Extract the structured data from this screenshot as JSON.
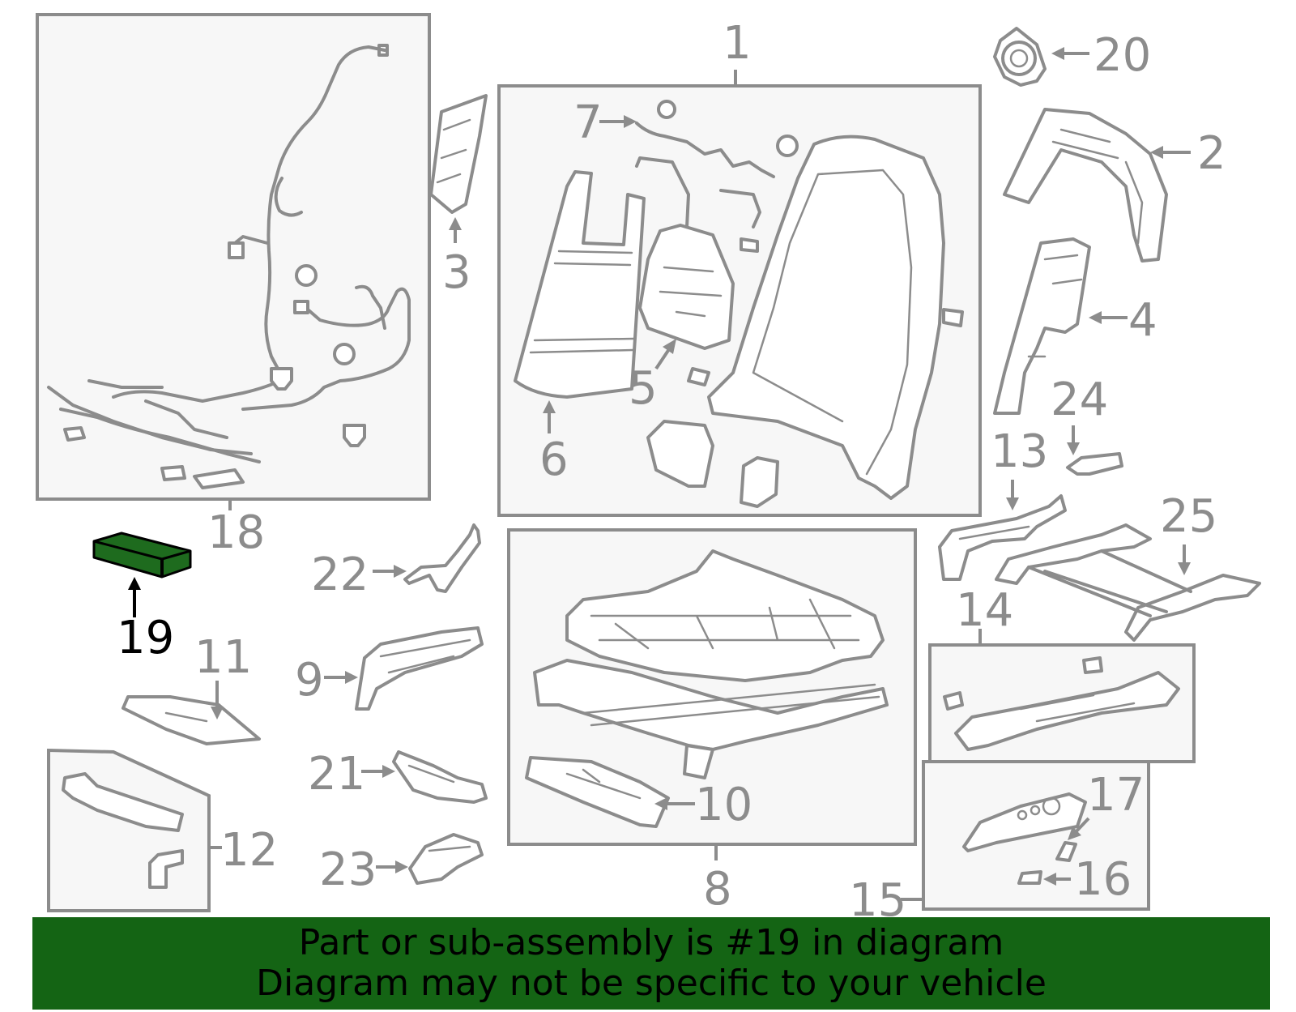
{
  "labels": {
    "n1": "1",
    "n2": "2",
    "n3": "3",
    "n4": "4",
    "n5": "5",
    "n6": "6",
    "n7": "7",
    "n8": "8",
    "n9": "9",
    "n10": "10",
    "n11": "11",
    "n12": "12",
    "n13": "13",
    "n14": "14",
    "n15": "15",
    "n16": "16",
    "n17": "17",
    "n18": "18",
    "n19": "19",
    "n20": "20",
    "n21": "21",
    "n22": "22",
    "n23": "23",
    "n24": "24",
    "n25": "25"
  },
  "highlighted_part": "19",
  "colors": {
    "line": "#8c8c8c",
    "highlight": "#1e6b1e",
    "banner": "#146414"
  },
  "banner": {
    "line1": "Part or sub-assembly is #19 in diagram",
    "line2": "Diagram may not be specific to your vehicle"
  }
}
